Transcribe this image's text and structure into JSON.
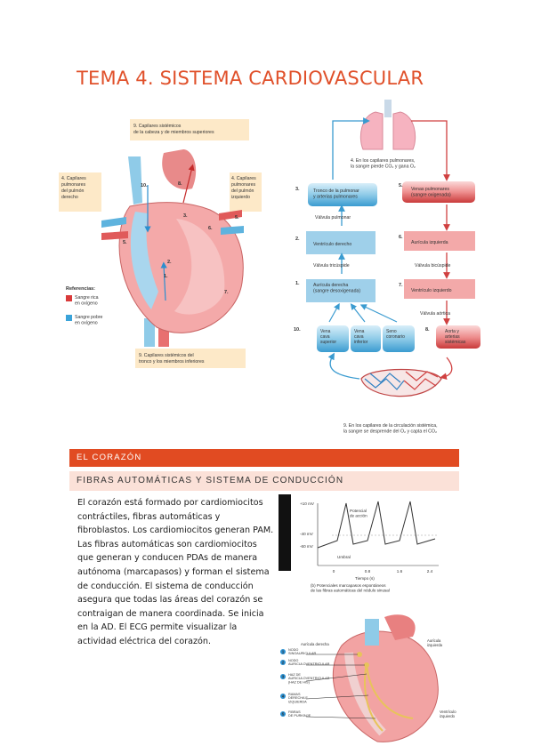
{
  "title": "TEMA 4. SISTEMA CARDIOVASCULAR",
  "heart_figure": {
    "labels": [
      {
        "id": "9",
        "lines": [
          "9. Capilares sistémicos",
          "de la cabeza y de miembros superiores"
        ]
      },
      {
        "id": "4L",
        "lines": [
          "4. Capilares",
          "pulmonares",
          "del pulmón",
          "derecho"
        ]
      },
      {
        "id": "4R",
        "lines": [
          "4. Capilares",
          "pulmonares",
          "del pulmón",
          "izquierdo"
        ]
      },
      {
        "id": "9b",
        "lines": [
          "9. Capilares sistémicos del",
          "tronco y los miembros inferiores"
        ]
      }
    ],
    "numbers": [
      "10.",
      "8.",
      "3.",
      "6.",
      "5.",
      "5.",
      "2.",
      "1.",
      "7."
    ],
    "legend_title": "Referencias:",
    "legend_items": [
      {
        "label": [
          "Sangre rica",
          "en oxígeno"
        ],
        "color": "#d93a3a"
      },
      {
        "label": [
          "Sangre pobre",
          "en oxígeno"
        ],
        "color": "#3aa3d9"
      }
    ]
  },
  "circulation_figure": {
    "lung_note": [
      "4. En los capilares pulmonares,",
      "la sangre pierde CO₂ y gana O₂"
    ],
    "left_column": [
      {
        "num": "3.",
        "lines": [
          "Tronco de la pulmonar",
          "y arterias pulmonares"
        ]
      },
      {
        "num": "2.",
        "lines": [
          "Ventrículo derecho"
        ]
      },
      {
        "num": "1.",
        "lines": [
          "Aurícula derecha",
          "(sangre desoxigenada)"
        ]
      }
    ],
    "left_valves": [
      "Válvula pulmonar",
      "Válvula tricúspide"
    ],
    "right_column": [
      {
        "num": "5.",
        "lines": [
          "Venas pulmonares",
          "(sangre oxigenada)"
        ]
      },
      {
        "num": "6.",
        "lines": [
          "Aurícula izquierda"
        ]
      },
      {
        "num": "7.",
        "lines": [
          "Ventrículo izquierdo"
        ]
      },
      {
        "num": "8.",
        "lines": [
          "Aorta y",
          "arterias",
          "sistémicas"
        ]
      }
    ],
    "right_valves": [
      "Válvula bicúspide",
      "Válvula aórtica"
    ],
    "veins_num": "10.",
    "veins": [
      {
        "lines": [
          "Vena",
          "cava",
          "superior"
        ]
      },
      {
        "lines": [
          "Vena",
          "cava",
          "inferior"
        ]
      },
      {
        "lines": [
          "Seno",
          "coronario"
        ]
      }
    ],
    "bottom_note": [
      "9. En los capilares de la circulación sistémica,",
      "la sangre se desprende del O₂ y capta el CO₂"
    ]
  },
  "section": {
    "heading": "EL CORAZÓN",
    "subheading": "FIBRAS AUTOMÁTICAS Y SISTEMA DE CONDUCCIÓN"
  },
  "body_text": "El corazón está formado por cardiomiocitos contráctiles, fibras automáticas y fibroblastos. Los cardiomiocitos generan PAM. Las fibras automáticas son cardiomiocitos que generan y conducen PDAs de manera autónoma (marcapasos) y forman el sistema de conducción. El sistema de conducción asegura que todas las áreas del corazón se contraigan de manera coordinada. Se inicia en la AD. El ECG permite visualizar la actividad eléctrica del corazón.",
  "ap_figure": {
    "y_ticks": [
      "+10 mV",
      "-40 mV",
      "-60 mV"
    ],
    "peak_label": [
      "Potencial",
      "de acción"
    ],
    "threshold_label": [
      "Umbral"
    ],
    "x_ticks": [
      "0",
      "0.8",
      "1.6",
      "2.4"
    ],
    "x_axis": "Tiempo (s)",
    "caption": [
      "(b) Potenciales marcapasos espontáneos",
      "de las fibras automáticas del nódulo sinusal"
    ]
  },
  "conduction_figure": {
    "left_labels": [
      [
        "1",
        "NODO",
        "SINOAURICULAR"
      ],
      [
        "2",
        "NODO",
        "AURICULOVENTRICULAR"
      ],
      [
        "3",
        "HAZ DE",
        "AURICULOVENTRICULAR",
        "(HAZ DE HIS)"
      ],
      [
        "4",
        "RAMAS",
        "DERECHA E",
        "IZQUIERDA"
      ],
      [
        "5",
        "FIBRAS",
        "DE PURKINJE"
      ]
    ],
    "top_label": "Aurícula derecha",
    "right_labels": [
      [
        "Aurícula",
        "izquierda"
      ],
      [
        "Ventrículo",
        "izquierdo"
      ]
    ]
  }
}
